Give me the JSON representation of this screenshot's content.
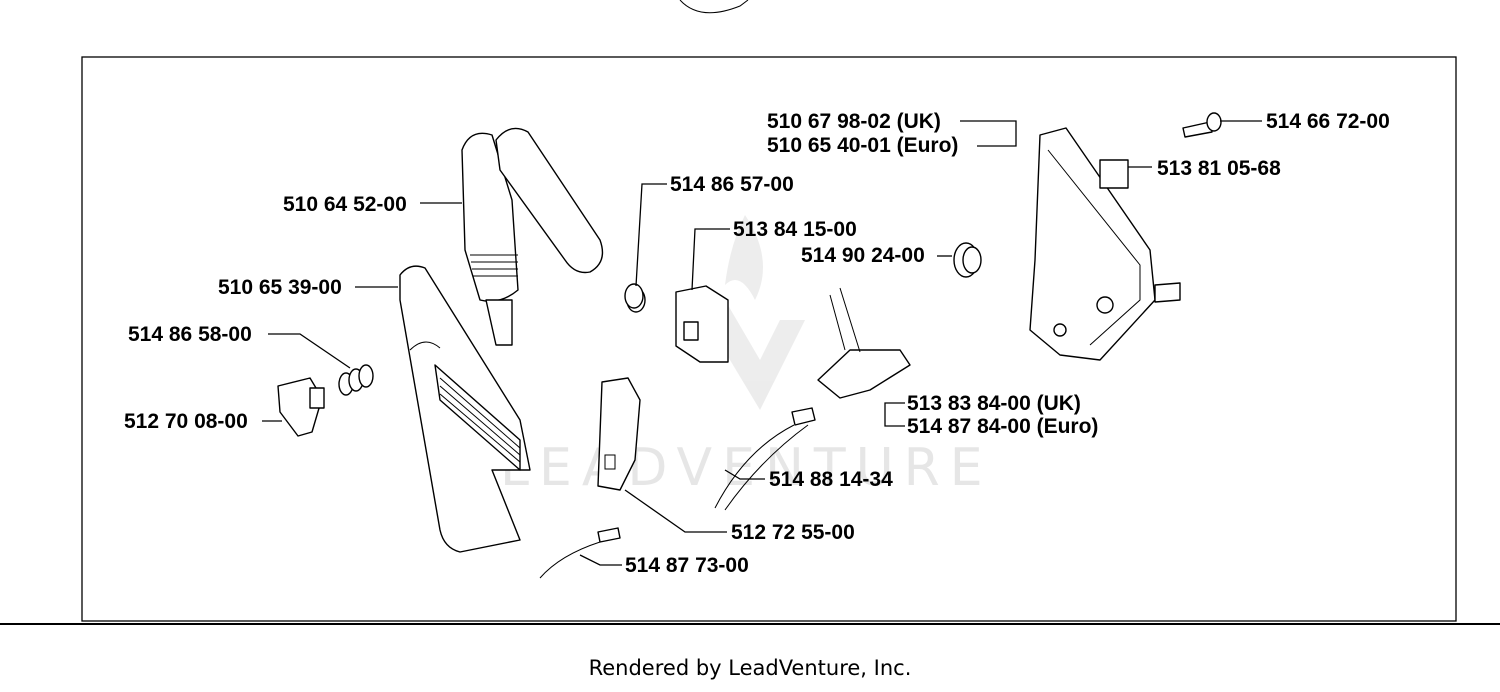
{
  "parts": [
    {
      "id": "handle-upper",
      "label": "510 64 52-00"
    },
    {
      "id": "switch-housing",
      "label": "510 65 39-00"
    },
    {
      "id": "spring",
      "label": "514 86 58-00"
    },
    {
      "id": "button",
      "label": "512 70 08-00"
    },
    {
      "id": "small-spring",
      "label": "514 86 57-00"
    },
    {
      "id": "clip",
      "label": "513 84 15-00"
    },
    {
      "id": "grommet",
      "label": "514 90 24-00"
    },
    {
      "id": "cover-uk",
      "label": "510 67 98-02 (UK)"
    },
    {
      "id": "cover-euro",
      "label": "510 65 40-01 (Euro)"
    },
    {
      "id": "screw",
      "label": "514 66 72-00"
    },
    {
      "id": "bracket",
      "label": "513 81 05-68"
    },
    {
      "id": "switch-uk",
      "label": "513 83 84-00 (UK)"
    },
    {
      "id": "switch-euro",
      "label": "514 87 84-00 (Euro)"
    },
    {
      "id": "cable",
      "label": "514 88 14-34"
    },
    {
      "id": "contact-plate",
      "label": "512 72 55-00"
    },
    {
      "id": "wire",
      "label": "514 87 73-00"
    }
  ],
  "watermark": "LEADVENTURE",
  "footer": "Rendered by LeadVenture, Inc."
}
